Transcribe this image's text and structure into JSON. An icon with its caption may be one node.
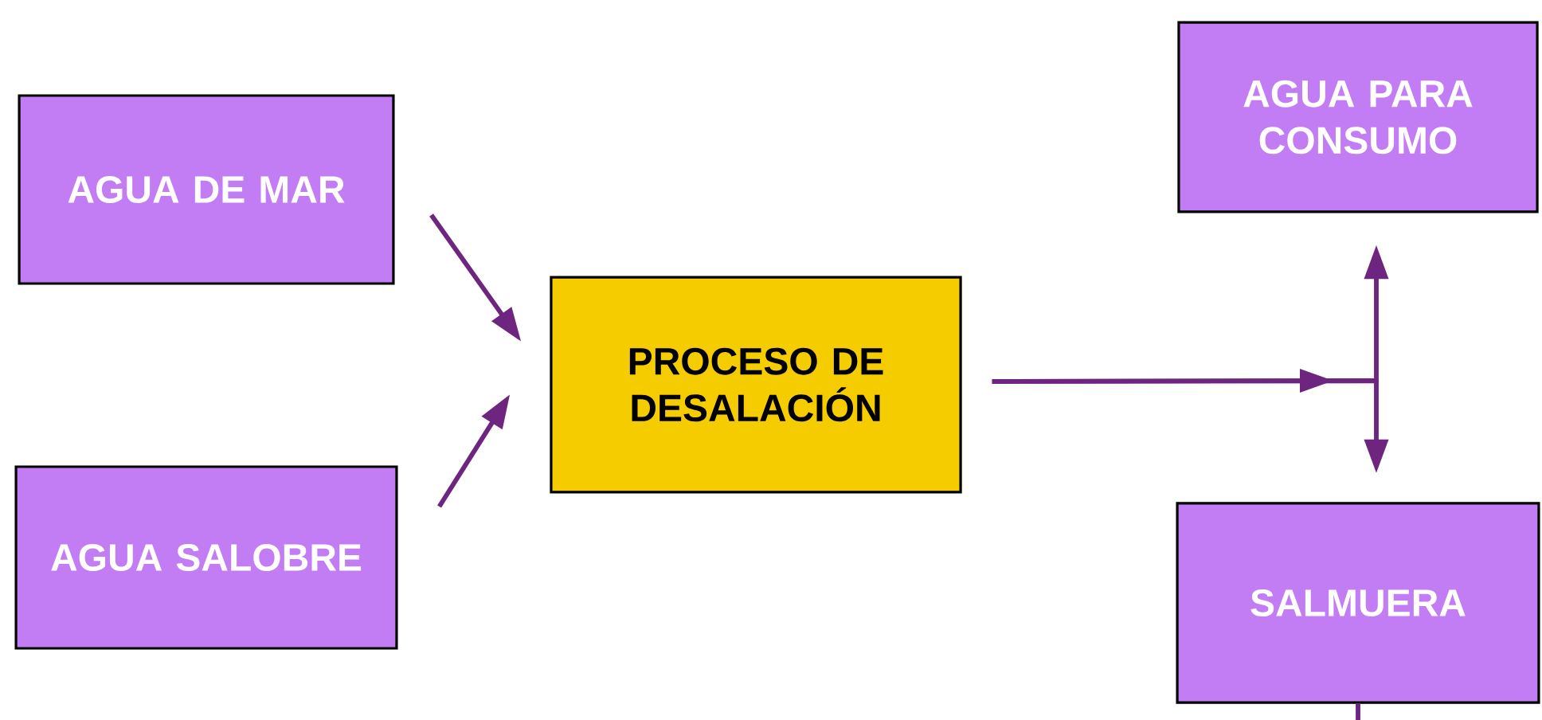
{
  "diagram": {
    "nodes": [
      {
        "text": [
          "AGUA DE MAR"
        ]
      },
      {
        "text": [
          "AGUA SALOBRE"
        ]
      },
      {
        "text": [
          "PROCESO DE DESALACIÓN"
        ]
      },
      {
        "text": [
          "AGUA PARA CONSUMO"
        ]
      },
      {
        "text": [
          "SALMUERA"
        ]
      }
    ],
    "edges": [
      {
        "from": 0,
        "to": 2,
        "arrow": "to"
      },
      {
        "from": 1,
        "to": 2,
        "arrow": "to"
      },
      {
        "from": 2,
        "to": 3,
        "arrow": "to"
      },
      {
        "from": 2,
        "to": 4,
        "arrow": "to"
      },
      {
        "from": 4,
        "to": null,
        "arrow": "none"
      }
    ]
  }
}
